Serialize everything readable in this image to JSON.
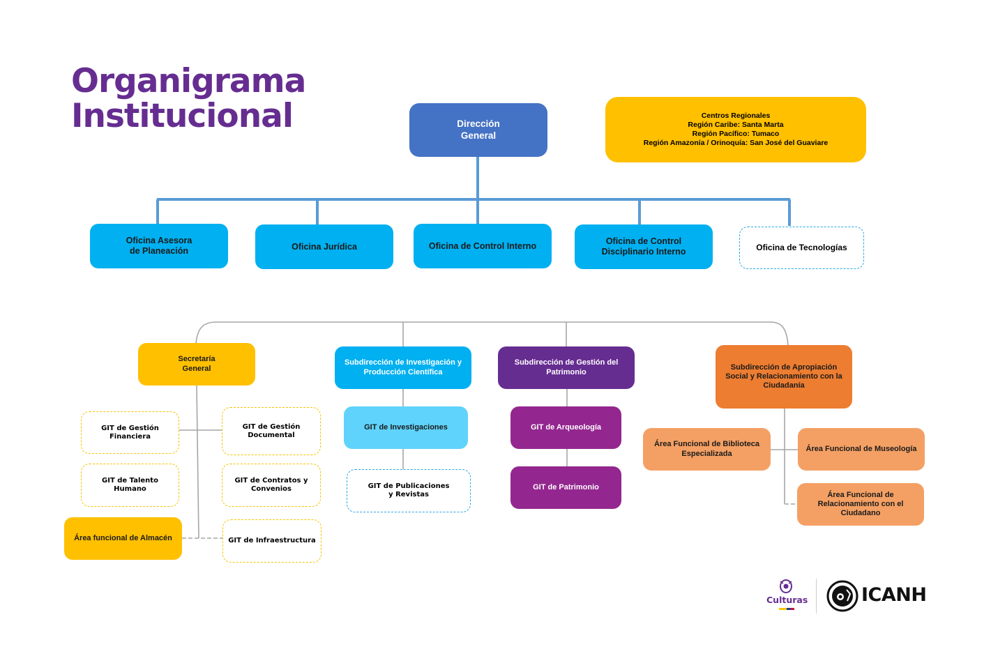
{
  "title": {
    "line1": "Organigrama",
    "line2": "Institucional"
  },
  "colors": {
    "title": "#662d91",
    "direccion": "#4472c4",
    "oficinas": "#00b0f0",
    "secretaria": "#ffc000",
    "subdireccion_investigacion": "#00b0f0",
    "subdireccion_patrimonio": "#662d91",
    "subdireccion_apropiacion": "#ed7d31",
    "connector_top": "#5b9bd5",
    "connector_bottom": "#a6a6a6"
  },
  "direccion_general": "Dirección\nGeneral",
  "centros_regionales": {
    "title": "Centros Regionales",
    "lines": [
      "Región Caribe: Santa Marta",
      "Región Pacífico: Tumaco",
      "Región Amazonía / Orinoquía: San José del Guaviare"
    ]
  },
  "oficinas": [
    "Oficina Asesora\nde Planeación",
    "Oficina Jurídica",
    "Oficina de Control Interno",
    "Oficina de Control\nDisciplinario Interno",
    "Oficina de Tecnologías"
  ],
  "secretaria": {
    "label": "Secretaría\nGeneral",
    "children": [
      "GIT de Gestión\nFinanciera",
      "GIT de Gestión\nDocumental",
      "GIT de Talento\nHumano",
      "GIT de Contratos y\nConvenios",
      "Área funcional de Almacén",
      "GIT de Infraestructura"
    ]
  },
  "investigacion": {
    "label": "Subdirección de Investigación y\nProducción Científica",
    "children": [
      "GIT de Investigaciones",
      "GIT de Publicaciones\ny Revistas"
    ]
  },
  "patrimonio": {
    "label": "Subdirección de Gestión del\nPatrimonio",
    "children": [
      "GIT de Arqueología",
      "GIT de Patrimonio"
    ]
  },
  "apropiacion": {
    "label": "Subdirección de Apropiación\nSocial y Relacionamiento con la\nCiudadanía",
    "children": [
      "Área Funcional de Biblioteca\nEspecializada",
      "Área Funcional de Museología",
      "Área Funcional de\nRelacionamiento con el\nCiudadano"
    ]
  },
  "logos": {
    "ministry": "Culturas",
    "institute": "ICANH",
    "ministry_icon": "coat-of-arms-icon",
    "institute_icon": "icanh-seal-icon"
  }
}
